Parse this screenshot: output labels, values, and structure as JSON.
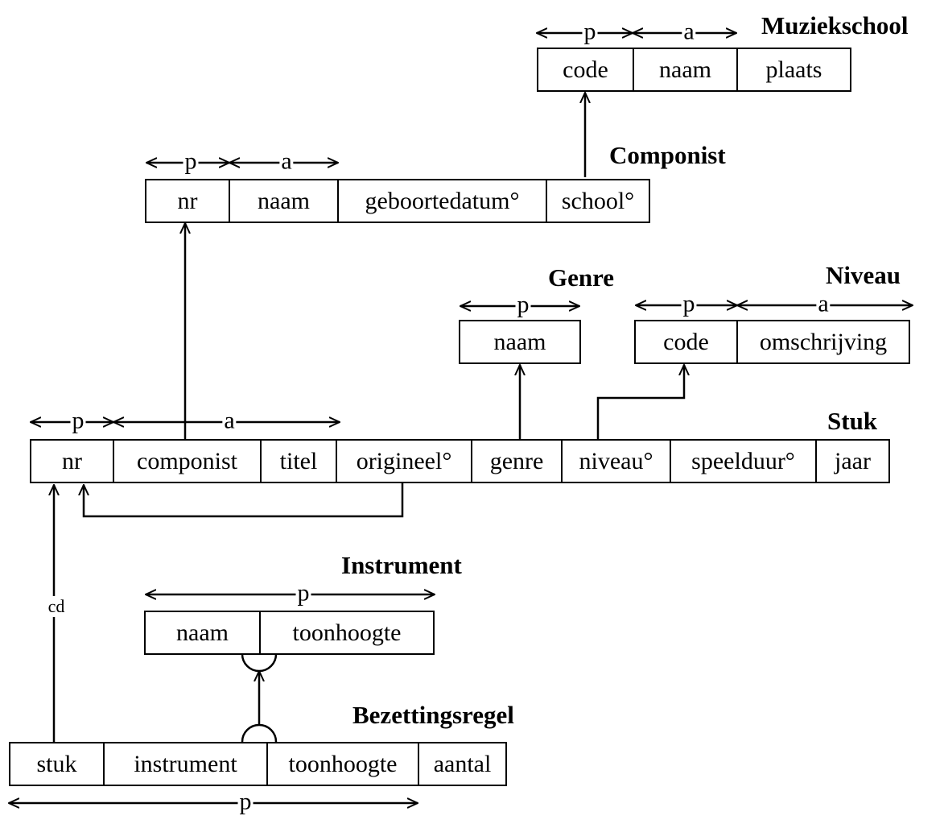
{
  "tables": {
    "muziekschool": {
      "title": "Muziekschool",
      "columns": [
        "code",
        "naam",
        "plaats"
      ]
    },
    "componist": {
      "title": "Componist",
      "columns": [
        "nr",
        "naam",
        "geboortedatum°",
        "school°"
      ]
    },
    "genre": {
      "title": "Genre",
      "columns": [
        "naam"
      ]
    },
    "niveau": {
      "title": "Niveau",
      "columns": [
        "code",
        "omschrijving"
      ]
    },
    "stuk": {
      "title": "Stuk",
      "columns": [
        "nr",
        "componist",
        "titel",
        "origineel°",
        "genre",
        "niveau°",
        "speelduur°",
        "jaar"
      ]
    },
    "instrument": {
      "title": "Instrument",
      "columns": [
        "naam",
        "toonhoogte"
      ]
    },
    "bezettingsregel": {
      "title": "Bezettingsregel",
      "columns": [
        "stuk",
        "instrument",
        "toonhoogte",
        "aantal"
      ]
    }
  },
  "key_labels": {
    "primary": "p",
    "alternate": "a"
  },
  "constraint_labels": {
    "cascade_delete": "cd"
  }
}
